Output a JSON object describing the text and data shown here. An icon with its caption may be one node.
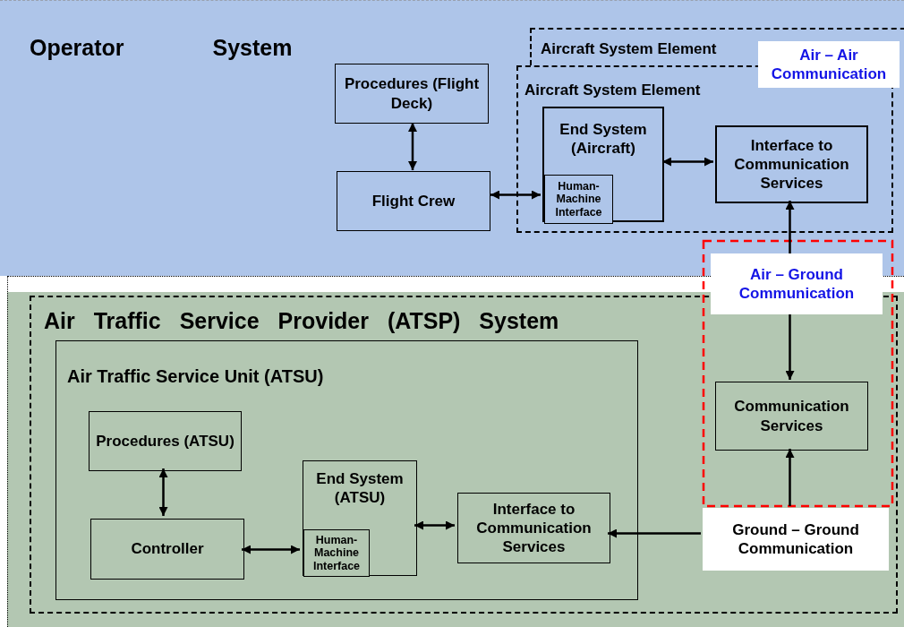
{
  "diagram": {
    "nodes": [
      {
        "text": [
          "Operator System"
        ]
      },
      {
        "text": [
          "Aircraft System Element"
        ],
        "in": 0
      },
      {
        "text": [
          "Aircraft System Element"
        ],
        "in": 0
      },
      {
        "text": [
          "Procedures (Flight Deck)"
        ],
        "in": 0
      },
      {
        "text": [
          "Flight Crew"
        ],
        "in": 0
      },
      {
        "text": [
          "End System (Aircraft)"
        ],
        "in": 2
      },
      {
        "text": [
          "Human-Machine Interface"
        ],
        "in": 5
      },
      {
        "text": [
          "Interface to Communication Services"
        ],
        "in": 2
      },
      {
        "text": [
          "Air – Air Communication"
        ],
        "in": 0
      },
      {
        "text": [
          "Air Traffic Service Provider (ATSP) System"
        ]
      },
      {
        "text": [
          "Air Traffic Service Unit (ATSU)"
        ],
        "in": 9
      },
      {
        "text": [
          "Procedures (ATSU)"
        ],
        "in": 10
      },
      {
        "text": [
          "Controller"
        ],
        "in": 10
      },
      {
        "text": [
          "End System (ATSU)"
        ],
        "in": 10
      },
      {
        "text": [
          "Human-Machine Interface"
        ],
        "in": 13
      },
      {
        "text": [
          "Interface to Communication Services"
        ],
        "in": 10
      },
      {
        "text": [
          "Air – Ground Communication"
        ]
      },
      {
        "text": [
          "Communication Services"
        ],
        "in": 9
      },
      {
        "text": [
          "Ground – Ground Communication"
        ],
        "in": 9
      }
    ],
    "edges": [
      {
        "from": 3,
        "to": 4,
        "arrow": "both"
      },
      {
        "from": 4,
        "to": 6,
        "arrow": "both"
      },
      {
        "from": 5,
        "to": 7,
        "arrow": "both"
      },
      {
        "from": 16,
        "to": 7,
        "arrow": "to"
      },
      {
        "from": 16,
        "to": 17,
        "arrow": "to"
      },
      {
        "from": 18,
        "to": 17,
        "arrow": "to"
      },
      {
        "from": 18,
        "to": 15,
        "arrow": "to"
      },
      {
        "from": 11,
        "to": 12,
        "arrow": "both"
      },
      {
        "from": 12,
        "to": 14,
        "arrow": "both"
      },
      {
        "from": 13,
        "to": 15,
        "arrow": "both"
      }
    ]
  }
}
